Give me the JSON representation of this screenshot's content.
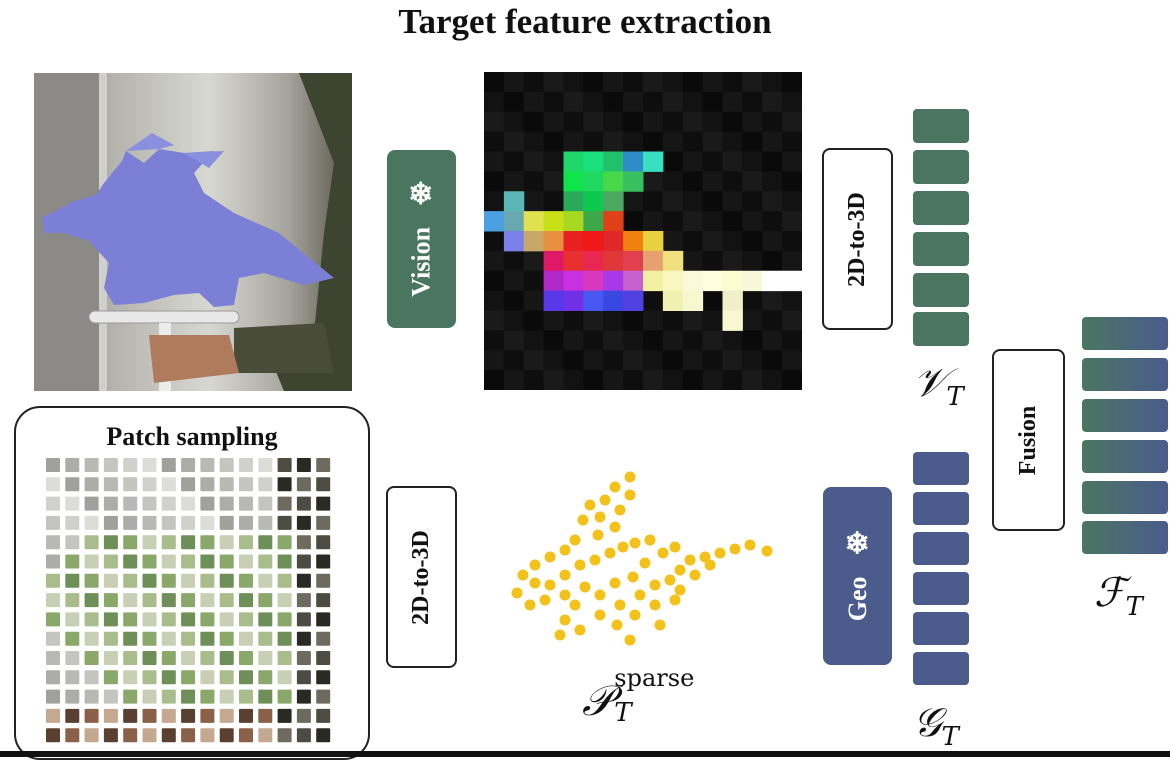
{
  "title": "Target feature extraction",
  "encoders": {
    "vision": {
      "label": "Vision",
      "icon": "snowflake-icon",
      "icon_glyph": "❄",
      "color": "#4a7661"
    },
    "geo": {
      "label": "Geo",
      "icon": "snowflake-icon",
      "icon_glyph": "❄",
      "color": "#4b5c8c"
    }
  },
  "lifting": {
    "top_label": "2D-to-3D",
    "bottom_label": "2D-to-3D"
  },
  "fusion": {
    "label": "Fusion"
  },
  "patch_sampling": {
    "title": "Patch sampling"
  },
  "symbols": {
    "V_main": "𝒱",
    "V_sub": "T",
    "G_main": "𝒢",
    "G_sub": "T",
    "F_main": "ℱ",
    "F_sub": "T",
    "P_main": "𝒫",
    "P_sub": "T",
    "P_sup": "sparse"
  },
  "colors": {
    "vision_token": "#4a7661",
    "geo_token": "#4b5c8c",
    "fused_top": "#4a7661",
    "fused_bottom": "#4b5c8c",
    "points": "#f2c11a"
  }
}
